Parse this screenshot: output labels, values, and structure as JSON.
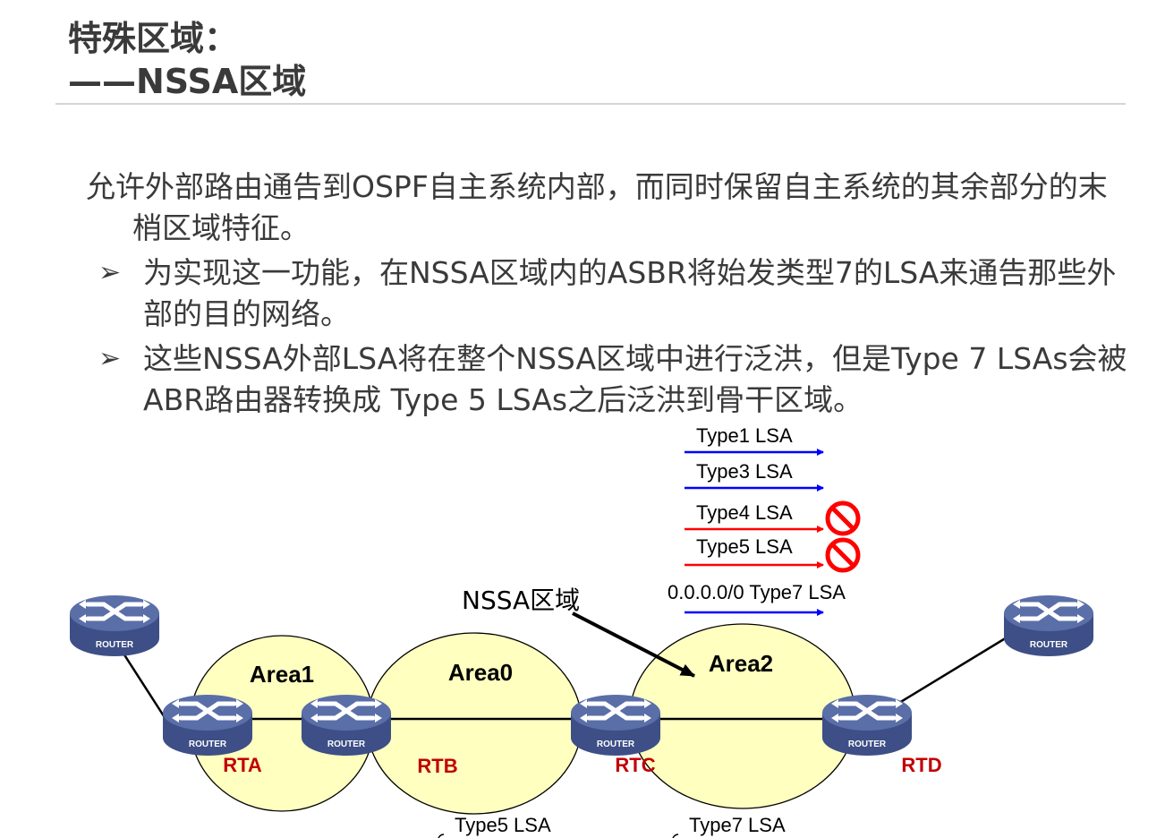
{
  "title": {
    "line1": "特殊区域：",
    "line2": "——NSSA区域"
  },
  "intro": "允许外部路由通告到OSPF自主系统内部，而同时保留自主系统的其余部分的末梢区域特征。",
  "bullets": [
    "为实现这一功能，在NSSA区域内的ASBR将始发类型7的LSA来通告那些外部的目的网络。",
    "这些NSSA外部LSA将在整个NSSA区域中进行泛洪，但是Type 7 LSAs会被ABR路由器转换成 Type 5 LSAs之后泛洪到骨干区域。"
  ],
  "bullet_mark": "➢",
  "diagram": {
    "areas": {
      "area1": "Area1",
      "area0": "Area0",
      "area2": "Area2"
    },
    "routers": {
      "rta": "RTA",
      "rtb": "RTB",
      "rtc": "RTC",
      "rtd": "RTD",
      "icon_label": "ROUTER"
    },
    "lsa": {
      "type1": "Type1 LSA",
      "type3": "Type3 LSA",
      "type4": "Type4 LSA",
      "type5": "Type5 LSA",
      "default": "0.0.0.0/0 Type7 LSA",
      "bottom_type5": "Type5 LSA",
      "bottom_type7": "Type7 LSA"
    },
    "nssa_callout": "NSSA区域"
  },
  "colors": {
    "text": "#3a3a3a",
    "router_name": "#c00000",
    "area_fill": "#ffffc0",
    "router_blue": "#4a5e98",
    "arrow_blue": "#0000ff",
    "arrow_red": "#ff0000"
  }
}
